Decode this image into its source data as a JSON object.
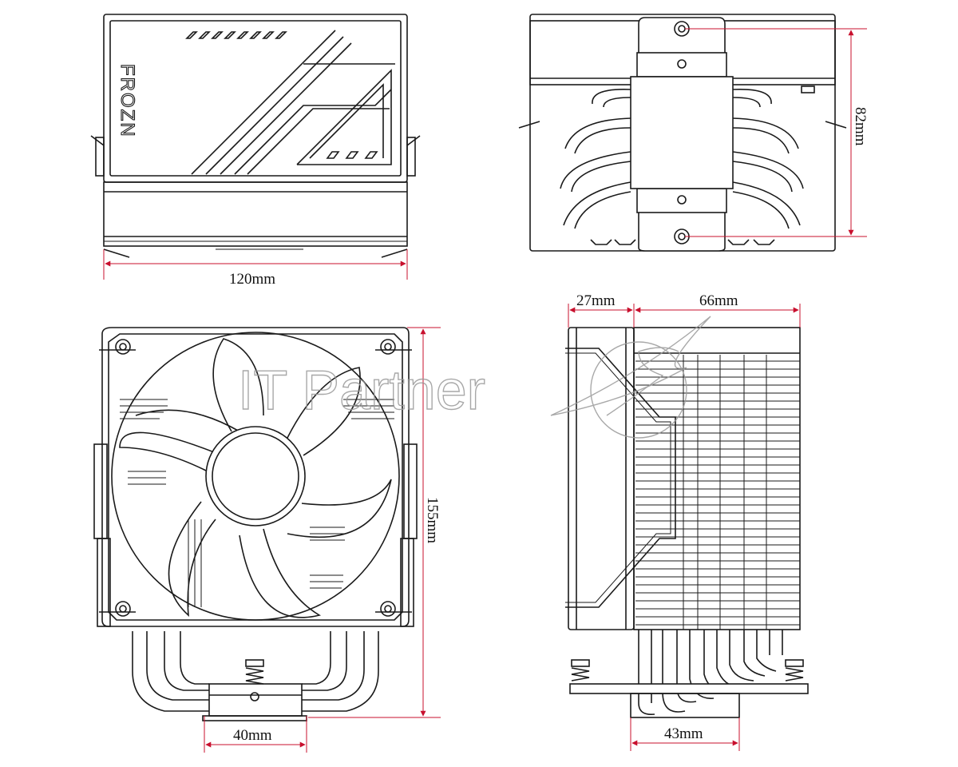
{
  "brand": "FROZN",
  "watermark": "IT Partner",
  "dimensions": {
    "top_width": "120mm",
    "side_height": "82mm",
    "fan_depth": "27mm",
    "heatsink_depth": "66mm",
    "total_height": "155mm",
    "front_base_width": "40mm",
    "side_base_width": "43mm"
  },
  "colors": {
    "dimension_lines": "#c8102e",
    "drawing_lines": "#1a1a1a",
    "watermark": "#9a9a9a",
    "background": "#ffffff"
  }
}
